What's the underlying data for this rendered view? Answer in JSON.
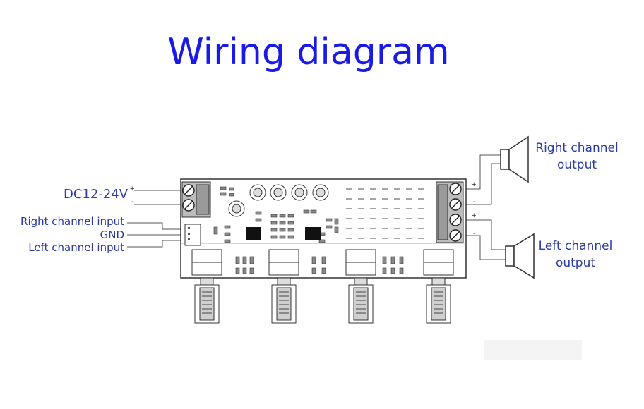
{
  "title": "Wiring diagram",
  "labels": {
    "power": "DC12-24V",
    "power_plus": "+",
    "power_minus": "-",
    "right_input": "Right channel input",
    "gnd": "GND",
    "left_input": "Left channel input",
    "right_output_line1": "Right channel",
    "right_output_line2": "output",
    "left_output_line1": "Left channel",
    "left_output_line2": "output",
    "out_plus_1": "+",
    "out_minus_1": "-",
    "out_plus_2": "+",
    "out_minus_2": "-"
  },
  "colors": {
    "title": "#1a1ae6",
    "label": "#2a3aa6",
    "line": "#555555"
  }
}
